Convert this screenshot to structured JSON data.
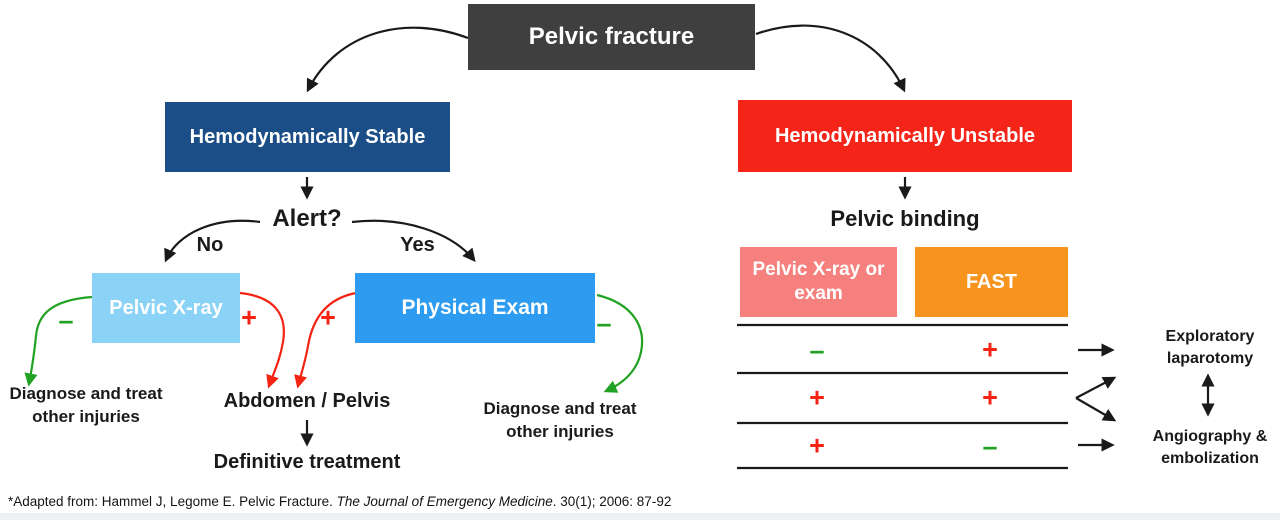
{
  "root": {
    "title": "Pelvic fracture"
  },
  "left": {
    "stable_label": "Hemodynamically Stable",
    "alert_label": "Alert?",
    "no_label": "No",
    "yes_label": "Yes",
    "pelvic_xray_label": "Pelvic X-ray",
    "physical_exam_label": "Physical Exam",
    "signs": {
      "xray_negative": "–",
      "xray_positive": "+",
      "exam_positive": "+",
      "exam_negative": "–"
    },
    "diagnose_left_label": "Diagnose and treat other injuries",
    "abdomen_pelvis_label": "Abdomen / Pelvis",
    "definitive_label": "Definitive treatment",
    "diagnose_right_label": "Diagnose and treat other injuries"
  },
  "right": {
    "unstable_label": "Hemodynamically Unstable",
    "pelvic_binding_label": "Pelvic binding",
    "columns": {
      "xray_or_exam": "Pelvic X-ray or exam",
      "fast": "FAST"
    },
    "table": {
      "rows": [
        {
          "xray": "–",
          "fast": "+"
        },
        {
          "xray": "+",
          "fast": "+"
        },
        {
          "xray": "+",
          "fast": "–"
        }
      ]
    },
    "outcome_top": "Exploratory laparotomy",
    "outcome_bottom": "Angiography & embolization"
  },
  "footer": {
    "citation_prefix": "*Adapted from: Hammel J, Legome E. Pelvic Fracture. ",
    "citation_journal": "The Journal of Emergency Medicine",
    "citation_suffix": ". 30(1); 2006: 87-92"
  },
  "colors": {
    "title_bg": "#3f3f3f",
    "stable_bg": "#1b4e86",
    "unstable_bg": "#f52418",
    "xray_bg": "#8bd2f7",
    "exam_bg": "#2d9bf0",
    "xray_exam_col_bg": "#f5807d",
    "fast_col_bg": "#f7941e",
    "plus_red": "#f42313",
    "minus_green": "#22a222",
    "arrow_black": "#1a1a1a"
  }
}
